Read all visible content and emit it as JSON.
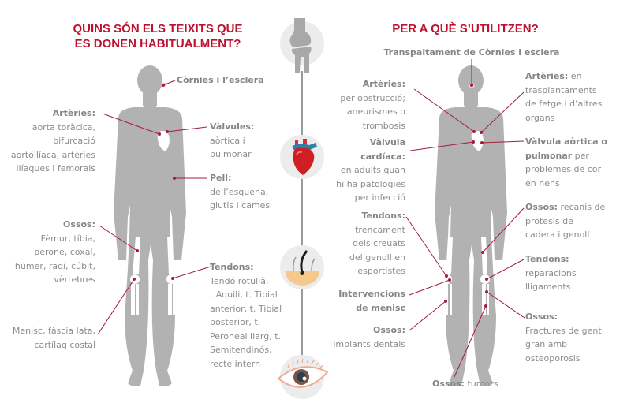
{
  "left_panel": {
    "title_line1": "QUINS SÓN ELS TEIXITS QUE",
    "title_line2": "ES DONEN HABITUALMENT?",
    "labels": {
      "cornies": {
        "bold": "Còrnies i l’esclera",
        "text": ""
      },
      "arteries": {
        "bold": "Artèries:",
        "lines": [
          "aorta toràcica,",
          "bifurcació",
          "aortoilíaca, artèries",
          "ilíaques i femorals"
        ]
      },
      "valvules": {
        "bold": "Vàlvules:",
        "lines": [
          "aòrtica i",
          "pulmonar"
        ]
      },
      "pell": {
        "bold": "Pell:",
        "lines": [
          "de l’esquena,",
          "glutis i cames"
        ]
      },
      "ossos": {
        "bold": "Ossos:",
        "lines": [
          "Fèmur, tíbia,",
          "peroné, coxal,",
          "húmer, radi, cúbit,",
          "vèrtebres"
        ]
      },
      "tendons": {
        "bold": "Tendons:",
        "lines": [
          "Tendó rotulià,",
          "t.Aquili, t. Tibial",
          "anterior, t. Tibial",
          "posterior, t.",
          "Peroneal llarg, t.",
          "Semitendinós,",
          "recte intern"
        ]
      },
      "menisc": {
        "lines": [
          "Menisc, fàscia lata,",
          "cartílag costal"
        ]
      }
    }
  },
  "right_panel": {
    "title": "PER A QUÈ S’UTILITZEN?",
    "labels": {
      "cornies": {
        "bold": "Transpaltament de Còrnies i esclera"
      },
      "arteries_left": {
        "bold": "Artèries:",
        "lines": [
          "per obstrucció;",
          "aneurismes o",
          "trombosis"
        ]
      },
      "arteries_right": {
        "bold": "Artèries:",
        "inline": " en",
        "lines": [
          "trasplantaments",
          "de fetge i d’altres",
          "organs"
        ]
      },
      "valvula_cardiaca": {
        "bold1": "Vàlvula",
        "bold2": "cardíaca:",
        "lines": [
          "en adults quan",
          "hi ha patologies",
          "per infecció"
        ]
      },
      "valvula_aortica": {
        "bold1": "Vàlvula aòrtica o",
        "bold2": "pulmonar",
        "inline": " per",
        "lines": [
          "problemes de cor",
          "en nens"
        ]
      },
      "tendons_left": {
        "bold": "Tendons:",
        "lines": [
          "trencament",
          "dels creuats",
          "del genoll en",
          "esportistes"
        ]
      },
      "ossos_right_top": {
        "bold": "Ossos:",
        "inline": " recanis de",
        "lines": [
          "pròtesis de",
          "cadera i genoll"
        ]
      },
      "intervencions": {
        "bold1": "Intervencions",
        "bold2": "de menisc"
      },
      "tendons_right": {
        "bold": "Tendons:",
        "lines": [
          "reparacions",
          "lligaments"
        ]
      },
      "ossos_left": {
        "bold": "Ossos:",
        "lines": [
          "implants dentals"
        ]
      },
      "ossos_right_bottom": {
        "bold": "Ossos:",
        "lines": [
          "Fractures de gent",
          "gran amb",
          "osteoporosis"
        ]
      },
      "ossos_tumors": {
        "bold": "Ossos:",
        "inline": " tumors"
      }
    }
  },
  "center_icons": [
    "knee-joint-icon",
    "heart-icon",
    "skin-hair-icon",
    "eye-icon"
  ],
  "colors": {
    "accent": "#c0102e",
    "body": "#b0b0b0",
    "text": "#8c8c8c",
    "circle": "#ececec",
    "connector": "#a01a35"
  }
}
